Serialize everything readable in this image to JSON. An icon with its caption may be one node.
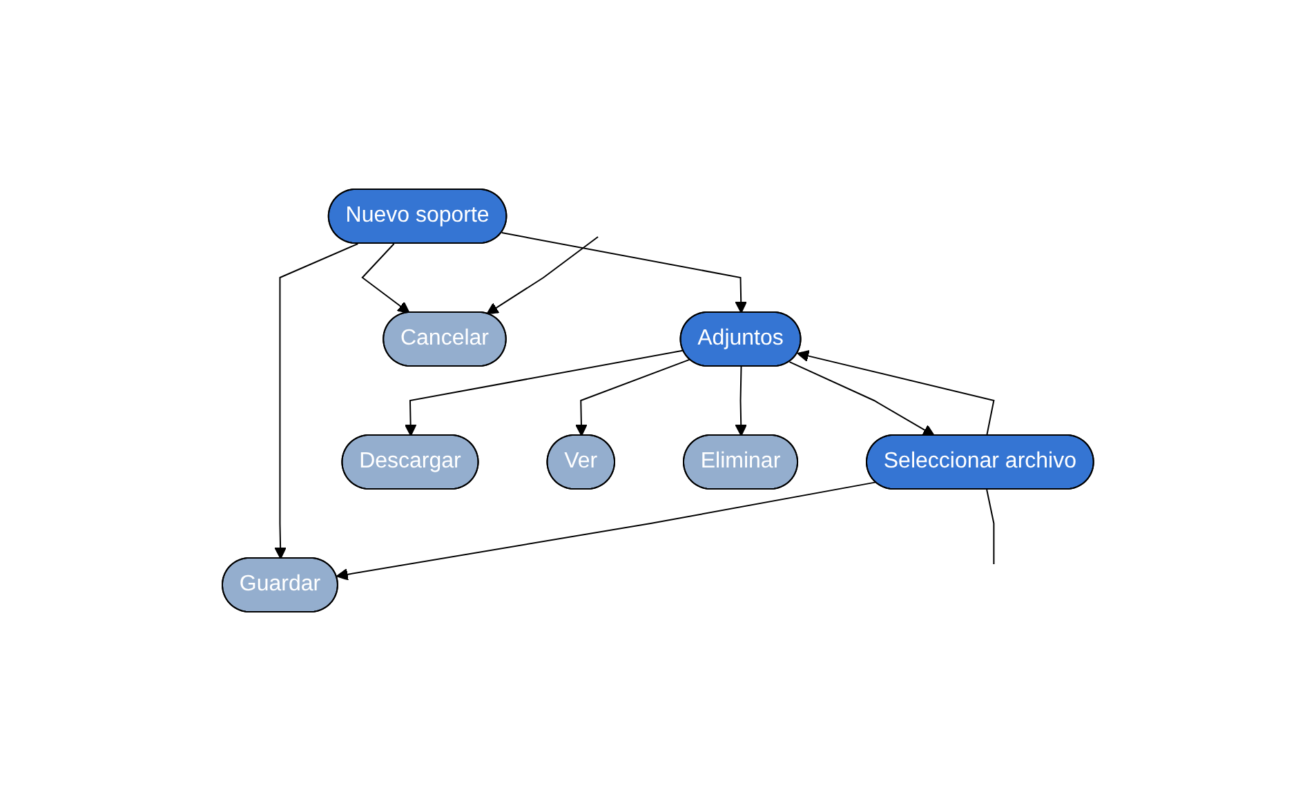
{
  "diagram": {
    "nodes": [
      {
        "text": [
          "Nuevo soporte"
        ]
      },
      {
        "text": [
          "Adjuntos"
        ]
      },
      {
        "text": [
          "Seleccionar archivo"
        ]
      },
      {
        "text": [
          "Descargar"
        ]
      },
      {
        "text": [
          "Ver"
        ]
      },
      {
        "text": [
          "Eliminar"
        ]
      },
      {
        "text": [
          "Cancelar"
        ]
      },
      {
        "text": [
          "Guardar"
        ]
      }
    ],
    "edges": [
      {
        "from": 0,
        "to": 1,
        "arrow": "to"
      },
      {
        "from": 0,
        "to": 6,
        "arrow": "to"
      },
      {
        "from": 0,
        "to": 7,
        "arrow": "to"
      },
      {
        "from": 1,
        "to": 2,
        "arrow": "to"
      },
      {
        "from": 1,
        "to": 3,
        "arrow": "to"
      },
      {
        "from": 1,
        "to": 4,
        "arrow": "to"
      },
      {
        "from": 1,
        "to": 5,
        "arrow": "to"
      },
      {
        "from": 2,
        "to": 1,
        "arrow": "to"
      },
      {
        "from": 2,
        "to": 7,
        "arrow": "to"
      },
      {
        "from": 2,
        "to": null,
        "arrow": "none"
      },
      {
        "from": null,
        "to": 6,
        "arrow": "to"
      }
    ]
  }
}
